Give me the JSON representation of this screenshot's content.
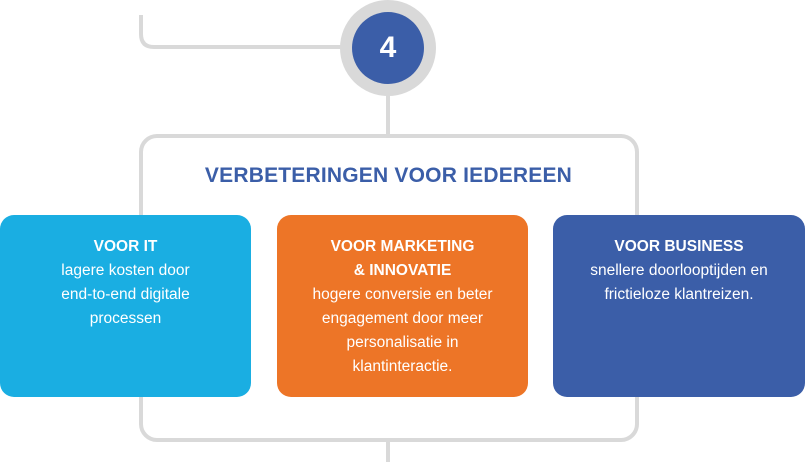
{
  "step": {
    "number": "4"
  },
  "heading": "VERBETERINGEN VOOR IEDEREEN",
  "cards": [
    {
      "title": "VOOR IT",
      "body": "lagere kosten door\nend-to-end digitale\nprocessen"
    },
    {
      "title": "VOOR MARKETING\n& INNOVATIE",
      "body": "hogere conversie en beter\nengagement door meer\npersonalisatie in\nklantinteractie."
    },
    {
      "title": "VOOR BUSINESS",
      "body": "snellere doorlooptijden en\nfrictieloze klantreizen."
    }
  ],
  "colors": {
    "blue_dark": "#3b5ea8",
    "blue_light": "#1aaee2",
    "orange": "#ed7527",
    "connector_gray": "#d9d9d9"
  }
}
